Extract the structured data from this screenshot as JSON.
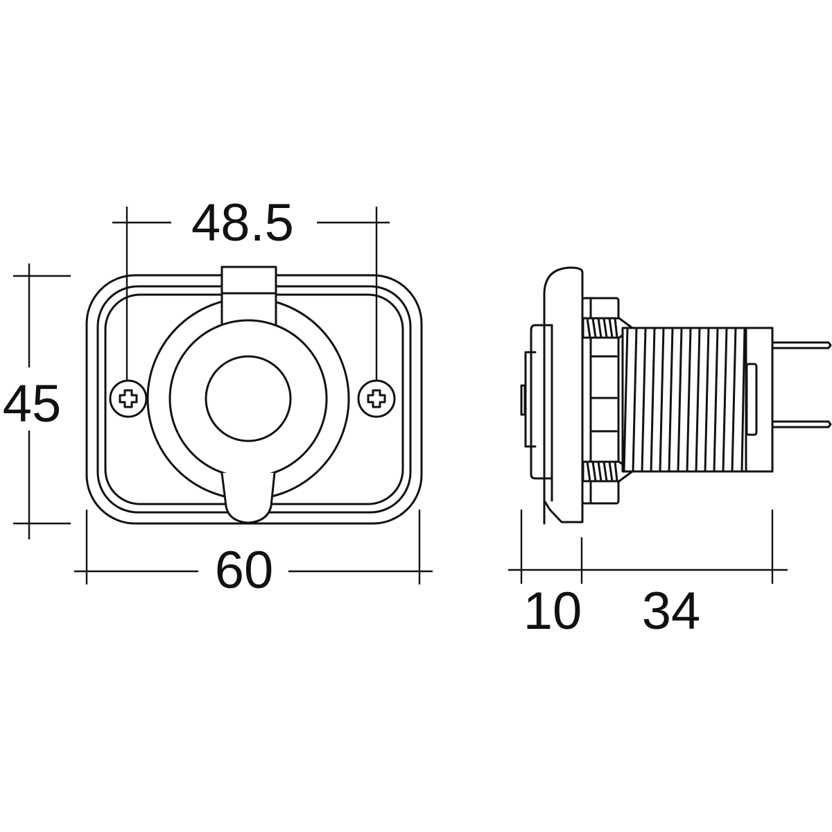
{
  "diagram": {
    "subject": "Panel-mount power socket with hinged cap",
    "units": "mm",
    "colors": {
      "line": "#111111",
      "background": "#ffffff"
    },
    "views": [
      {
        "name": "front-view",
        "dimensions": {
          "mounting_hole_spacing": "48.5",
          "overall_height": "45",
          "overall_width": "60"
        }
      },
      {
        "name": "side-view",
        "dimensions": {
          "flange_depth": "10",
          "body_depth": "34"
        }
      }
    ],
    "icons": [
      "phillips-screw-icon",
      "phillips-screw-icon"
    ]
  }
}
